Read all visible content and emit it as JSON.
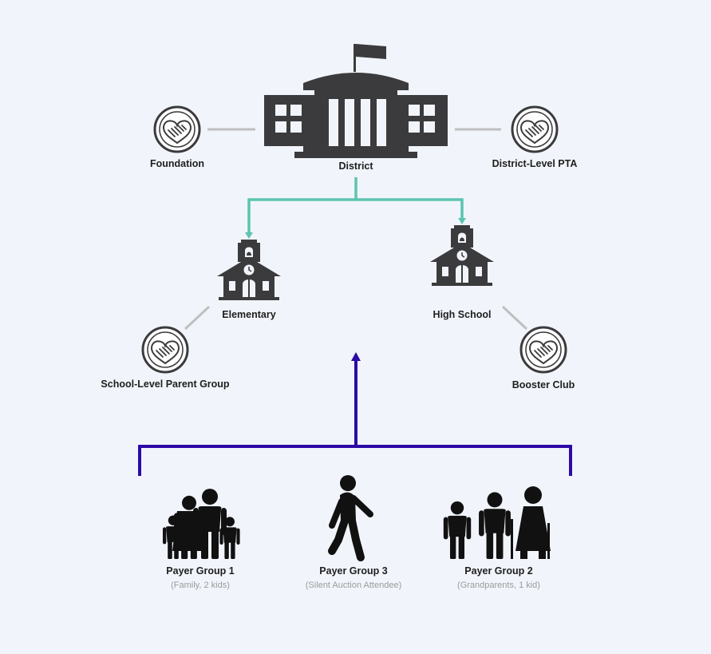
{
  "colors": {
    "background": "#f1f5fb",
    "building": "#3b3b3d",
    "teal_connector": "#5cc4b0",
    "purple_connector": "#2d0aa6",
    "grey_connector": "#bfbfbf",
    "sub_label": "#9a9a9a"
  },
  "nodes": {
    "district": {
      "label": "District",
      "icon": "district-building-icon"
    },
    "foundation": {
      "label": "Foundation",
      "icon": "heart-handshake-icon"
    },
    "district_pta": {
      "label": "District-Level PTA",
      "icon": "heart-handshake-icon"
    },
    "elementary": {
      "label": "Elementary",
      "icon": "schoolhouse-icon"
    },
    "high_school": {
      "label": "High School",
      "icon": "schoolhouse-icon"
    },
    "school_parent_group": {
      "label": "School-Level Parent Group",
      "icon": "heart-handshake-icon"
    },
    "booster_club": {
      "label": "Booster Club",
      "icon": "heart-handshake-icon"
    }
  },
  "payers": [
    {
      "label": "Payer Group 1",
      "sub": "(Family, 2 kids)",
      "icon": "family-icon"
    },
    {
      "label": "Payer Group 3",
      "sub": "(Silent Auction Attendee)",
      "icon": "walking-person-icon"
    },
    {
      "label": "Payer Group 2",
      "sub": "(Grandparents, 1 kid)",
      "icon": "grandparents-icon"
    }
  ]
}
